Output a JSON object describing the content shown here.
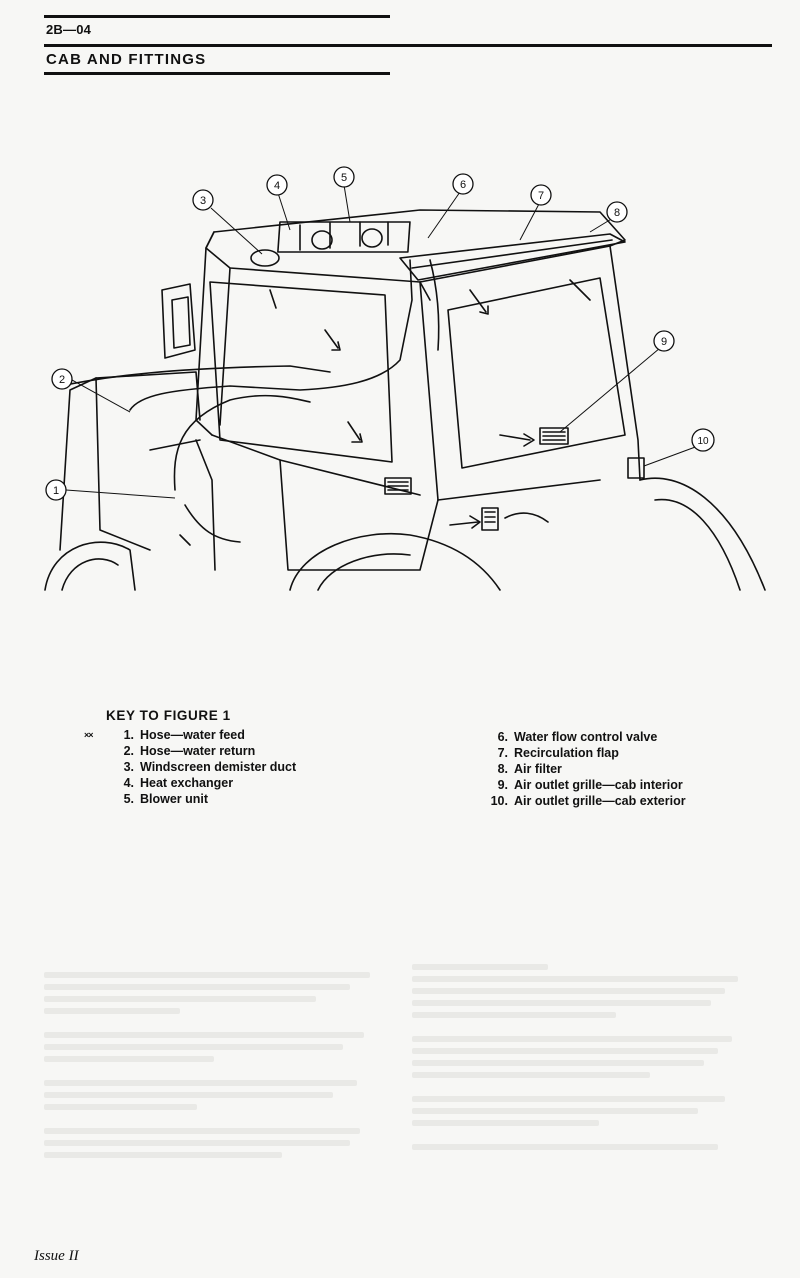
{
  "header": {
    "section_code": "2B—04",
    "title": "CAB AND FITTINGS"
  },
  "figure": {
    "callouts": [
      "1",
      "2",
      "3",
      "4",
      "5",
      "6",
      "7",
      "8",
      "9",
      "10"
    ]
  },
  "key": {
    "title": "KEY TO FIGURE 1",
    "marker": "××",
    "items": [
      {
        "num": "1.",
        "label": "Hose—water feed"
      },
      {
        "num": "2.",
        "label": "Hose—water return"
      },
      {
        "num": "3.",
        "label": "Windscreen demister duct"
      },
      {
        "num": "4.",
        "label": "Heat exchanger"
      },
      {
        "num": "5.",
        "label": "Blower unit"
      },
      {
        "num": "6.",
        "label": "Water flow control valve"
      },
      {
        "num": "7.",
        "label": "Recirculation flap"
      },
      {
        "num": "8.",
        "label": "Air filter"
      },
      {
        "num": "9.",
        "label": "Air outlet grille—cab interior"
      },
      {
        "num": "10.",
        "label": "Air outlet grille—cab exterior"
      }
    ]
  },
  "footer": {
    "issue": "Issue II"
  }
}
